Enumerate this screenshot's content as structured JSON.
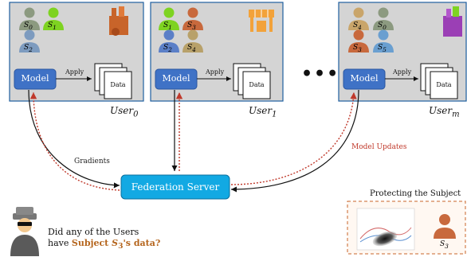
{
  "users": [
    {
      "label": "User",
      "subscript": "0",
      "subjects": [
        {
          "name": "S",
          "sub": "0",
          "color": "#8c9a80"
        },
        {
          "name": "S",
          "sub": "1",
          "color": "#7ed321"
        },
        {
          "name": "S",
          "sub": "2",
          "color": "#7d9bbf"
        }
      ],
      "store_icon": "shopping-bag-icon",
      "store_color": "#c8642a"
    },
    {
      "label": "User",
      "subscript": "1",
      "subjects": [
        {
          "name": "S",
          "sub": "1",
          "color": "#7ed321"
        },
        {
          "name": "S",
          "sub": "3",
          "color": "#c8693d"
        },
        {
          "name": "S",
          "sub": "2",
          "color": "#5b7fc7"
        },
        {
          "name": "S",
          "sub": "4",
          "color": "#b8a16a"
        }
      ],
      "store_icon": "storefront-icon",
      "store_color": "#f2a23a"
    },
    {
      "label": "User",
      "subscript": "m",
      "subjects": [
        {
          "name": "S",
          "sub": "4",
          "color": "#c9a56a"
        },
        {
          "name": "S",
          "sub": "0",
          "color": "#8c9a80"
        },
        {
          "name": "S",
          "sub": "3",
          "color": "#c8693d"
        },
        {
          "name": "S",
          "sub": "5",
          "color": "#6a9fd0"
        }
      ],
      "store_icon": "shopping-basket-icon",
      "store_color": "#9b3fb5"
    }
  ],
  "model_label": "Model",
  "apply_label": "Apply",
  "data_label": "Data",
  "ellipsis": "•••",
  "server_label": "Federation Server",
  "gradients_label": "Gradients",
  "updates_label": "Model Updates",
  "question": {
    "line1": "Did any of the Users",
    "line2_prefix": "have ",
    "subject_word": "Subject ",
    "subject_symbol": "S",
    "subject_sub": "3",
    "line2_suffix": "'s data?"
  },
  "protect_title": "Protecting the Subject",
  "protect_subject": {
    "name": "S",
    "sub": "3",
    "color": "#c8693d"
  },
  "colors": {
    "panel_fill": "#d4d4d4",
    "panel_border": "#1f5fa0",
    "model_fill": "#3f72c6",
    "server_fill": "#12a9e3",
    "arrow_black": "#111111",
    "arrow_red": "#c0392b",
    "protect_border": "#c8642a"
  }
}
